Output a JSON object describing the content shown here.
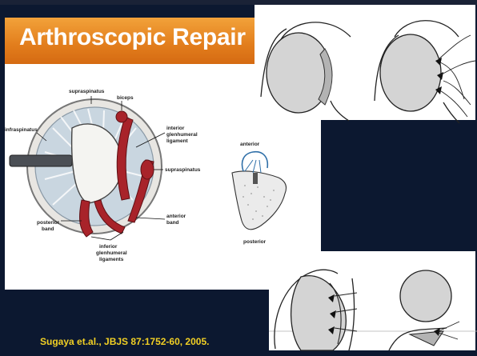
{
  "slide": {
    "title": "Arthroscopic Repair",
    "citation": "Sugaya et.al., JBJS 87:1752-60, 2005."
  },
  "anatomy_diagram": {
    "labels": {
      "supraspinatus_top": "supraspinatus",
      "biceps": "biceps",
      "infraspinatus": "infraspinatus",
      "interior_glenohumeral_l1": "interior",
      "interior_glenohumeral_l2": "glenhumeral",
      "interior_glenohumeral_l3": "ligament",
      "supraspinatus_right": "supraspinatus",
      "anterior_band_l1": "anterior",
      "anterior_band_l2": "band",
      "posterior_band_l1": "posterior",
      "posterior_band_l2": "band",
      "inferior_glenohumeral_l1": "inferior",
      "inferior_glenohumeral_l2": "glenhumeral",
      "inferior_glenohumeral_l3": "ligaments"
    }
  },
  "glenoid_diagram": {
    "labels": {
      "anterior": "anterior",
      "posterior": "posterior"
    }
  },
  "colors": {
    "background": "#0c1830",
    "title_bar": "#e27d1c",
    "title_text": "#ffffff",
    "citation_text": "#f2d024",
    "ligament_red": "#a8232a",
    "bone_gray": "#d9d9d9"
  }
}
